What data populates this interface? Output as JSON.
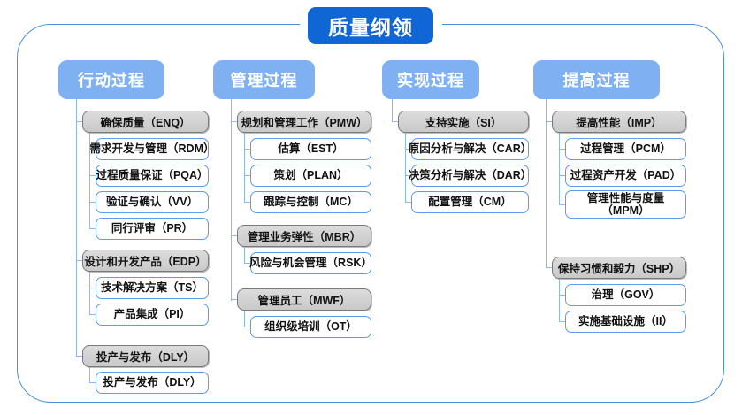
{
  "diagram": {
    "title": "质量纲领",
    "frame_color": "#4a90e2",
    "title_color": "#1166d6",
    "header_color": "#7fb1f2",
    "group_color": "#cfcfcf",
    "leaf_border_color": "#5b9bf0",
    "columns": [
      {
        "header": "行动过程",
        "groups": [
          {
            "label": "确保质量（ENQ）",
            "items": [
              "需求开发与管理（RDM）",
              "过程质量保证（PQA）",
              "验证与确认（VV）",
              "同行评审（PR）"
            ]
          },
          {
            "label": "设计和开发产品（EDP）",
            "items": [
              "技术解决方案（TS）",
              "产品集成（PI）"
            ]
          },
          {
            "label": "投产与发布（DLY）",
            "items": [
              "投产与发布（DLY）"
            ]
          }
        ]
      },
      {
        "header": "管理过程",
        "groups": [
          {
            "label": "规划和管理工作（PMW）",
            "items": [
              "估算（EST）",
              "策划（PLAN）",
              "跟踪与控制（MC）"
            ]
          },
          {
            "label": "管理业务弹性（MBR）",
            "items": [
              "风险与机会管理（RSK）"
            ]
          },
          {
            "label": "管理员工（MWF）",
            "items": [
              "组织级培训（OT）"
            ]
          }
        ]
      },
      {
        "header": "实现过程",
        "groups": [
          {
            "label": "支持实施（SI）",
            "items": [
              "原因分析与解决（CAR）",
              "决策分析与解决（DAR）",
              "配置管理（CM）"
            ]
          }
        ]
      },
      {
        "header": "提高过程",
        "groups": [
          {
            "label": "提高性能（IMP）",
            "items": [
              "过程管理（PCM）",
              "过程资产开发（PAD）",
              "管理性能与度量\n（MPM）"
            ]
          },
          {
            "label": "保持习惯和毅力（SHP）",
            "items": [
              "治理（GOV）",
              "实施基础设施（II）"
            ]
          }
        ]
      }
    ]
  }
}
